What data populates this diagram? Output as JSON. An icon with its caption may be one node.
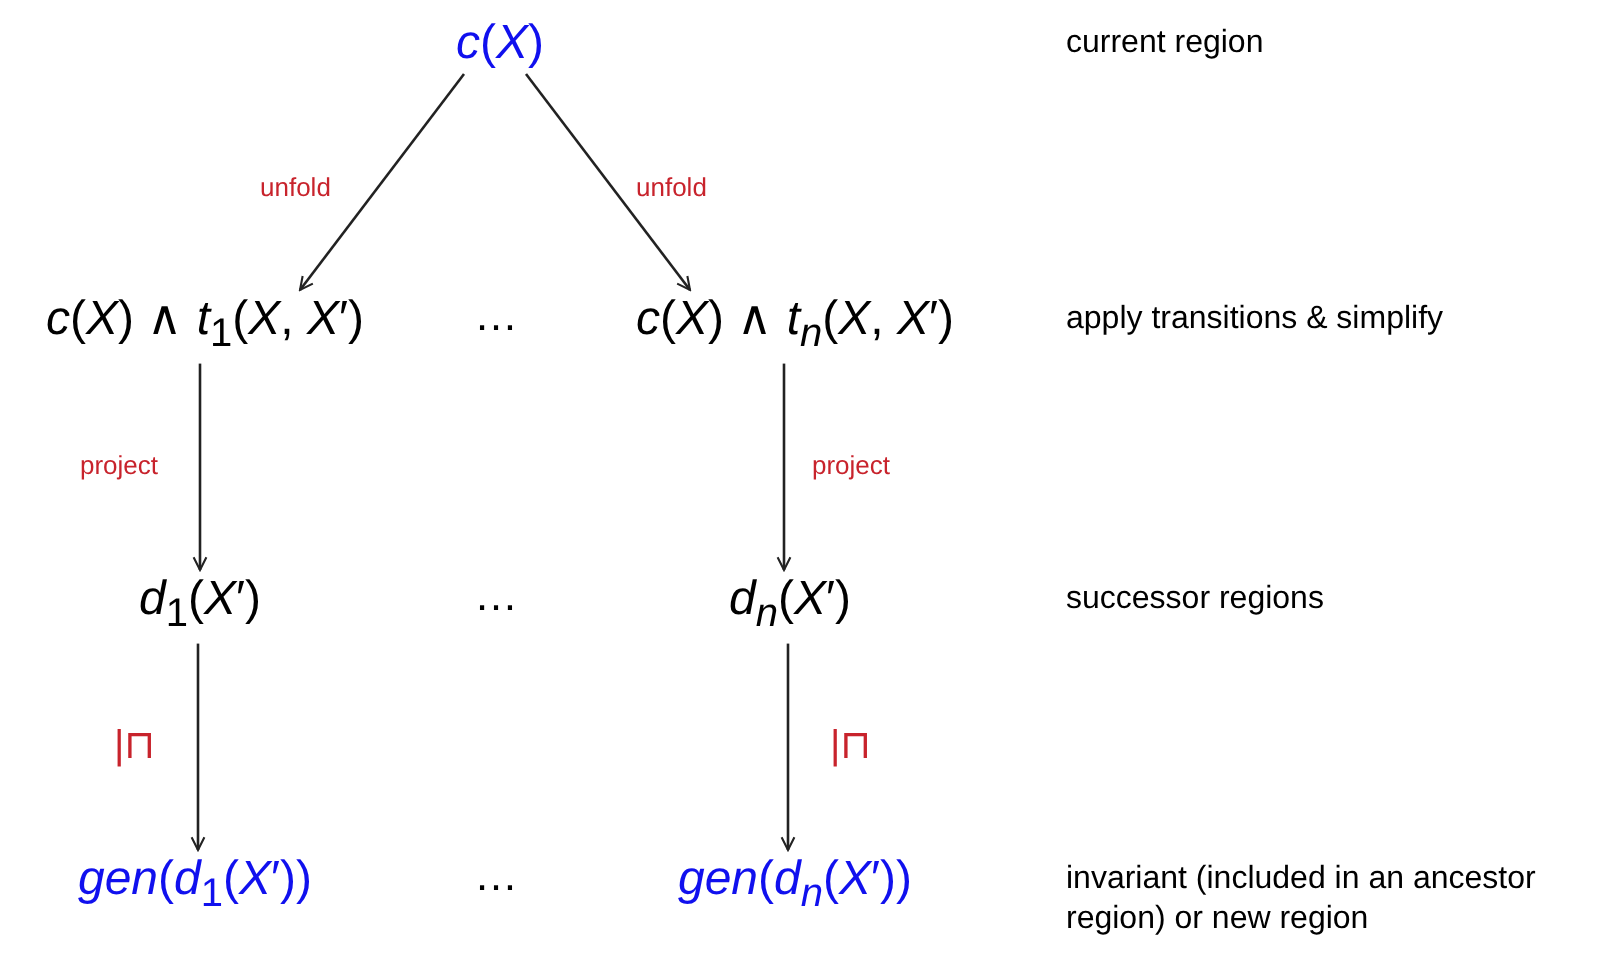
{
  "diagram": {
    "nodes": [
      {
        "text": [
          "*c*(*X*)"
        ]
      },
      {
        "text": [
          "*c*(*X*) ∧ *t*$_{1}$(*X*, *X*′)"
        ]
      },
      {
        "text": [
          "*c*(*X*) ∧ *t$_{n}$*(*X*, *X*′)"
        ]
      },
      {
        "text": [
          "*d*$_{1}$(*X*′)"
        ]
      },
      {
        "text": [
          "*d$_{n}$*(*X*′)"
        ]
      },
      {
        "text": [
          "*gen*(*d*$_{1}$(*X*′))"
        ]
      },
      {
        "text": [
          "*gen*(*d$_{n}$*(*X*′))"
        ]
      }
    ],
    "edges": [
      {
        "from": 0,
        "to": 1,
        "arrow": "to",
        "label": "unfold"
      },
      {
        "from": 0,
        "to": 2,
        "arrow": "to",
        "label": "unfold"
      },
      {
        "from": 1,
        "to": 3,
        "arrow": "to",
        "label": "project"
      },
      {
        "from": 2,
        "to": 4,
        "arrow": "to",
        "label": "project"
      },
      {
        "from": 3,
        "to": 5,
        "arrow": "to",
        "label": "|⊓"
      },
      {
        "from": 4,
        "to": 6,
        "arrow": "to",
        "label": "|⊓"
      }
    ],
    "labels": [
      "current region",
      "…",
      "apply transitions & simplify",
      "…",
      "successor regions",
      "…",
      "invariant (included in an ancestor region) or new region"
    ]
  }
}
